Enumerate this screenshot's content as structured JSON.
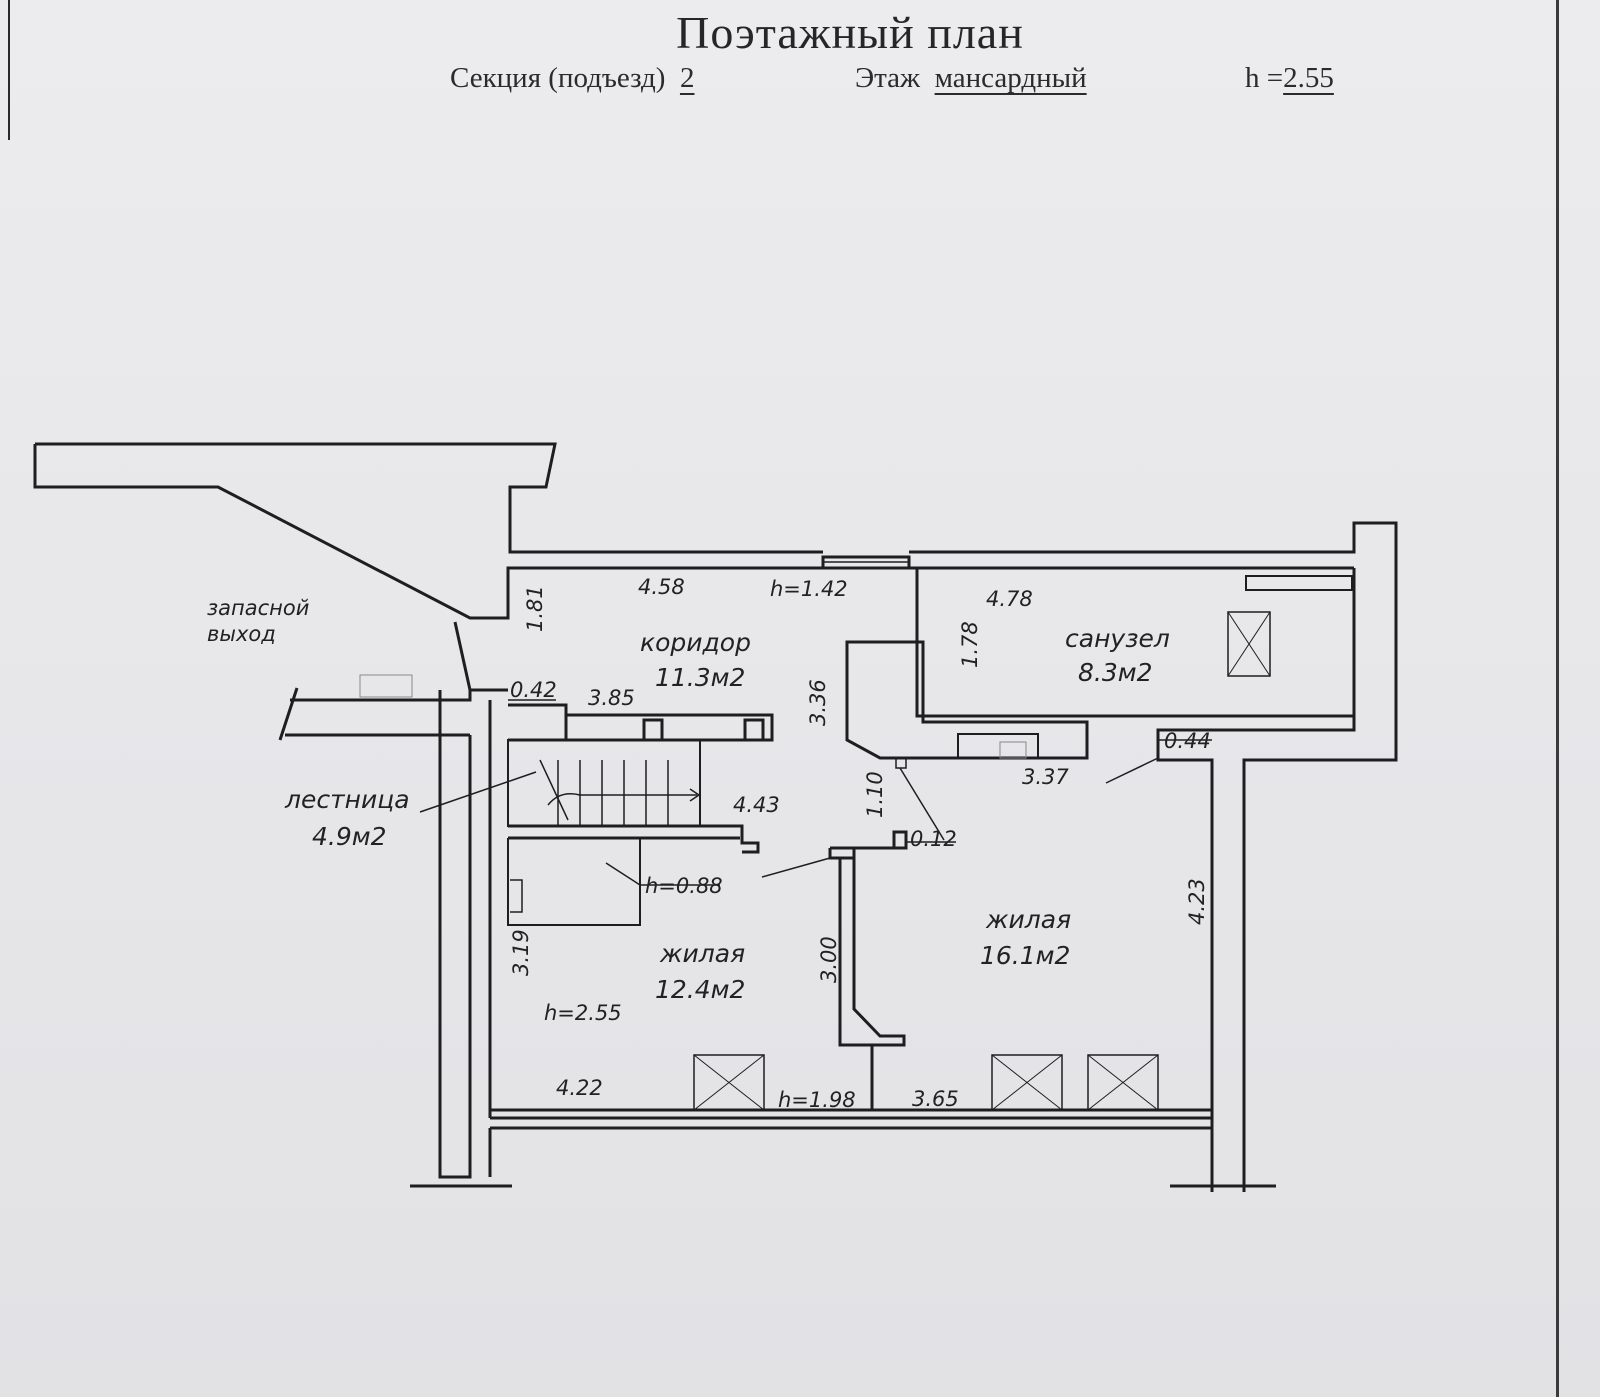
{
  "title": "Поэтажный план",
  "header": {
    "section_label": "Секция (подъезд)",
    "section_value": "2",
    "floor_label": "Этаж",
    "floor_value": "мансардный",
    "height_label": "h =",
    "height_value": "2.55"
  },
  "rooms": {
    "corridor": {
      "name": "коридор",
      "area": "11.3м2"
    },
    "bathroom": {
      "name": "санузел",
      "area": "8.3м2"
    },
    "stairs": {
      "name": "лестница",
      "area": "4.9м2"
    },
    "living_left": {
      "name": "жилая",
      "area": "12.4м2"
    },
    "living_right": {
      "name": "жилая",
      "area": "16.1м2"
    }
  },
  "emergency_exit": {
    "line1": "запасной",
    "line2": "выход"
  },
  "dimensions": {
    "d_458": "4.58",
    "h_142": "h=1.42",
    "d_478": "4.78",
    "d_181": "1.81",
    "d_178": "1.78",
    "d_336": "3.36",
    "d_042": "0.42",
    "d_385": "3.85",
    "d_044": "0.44",
    "d_337": "3.37",
    "d_443": "4.43",
    "d_110": "1.10",
    "d_012": "0.12",
    "h_088": "h=0.88",
    "d_423": "4.23",
    "d_319": "3.19",
    "d_300": "3.00",
    "h_255": "h=2.55",
    "d_422": "4.22",
    "h_198": "h=1.98",
    "d_365": "3.65"
  }
}
